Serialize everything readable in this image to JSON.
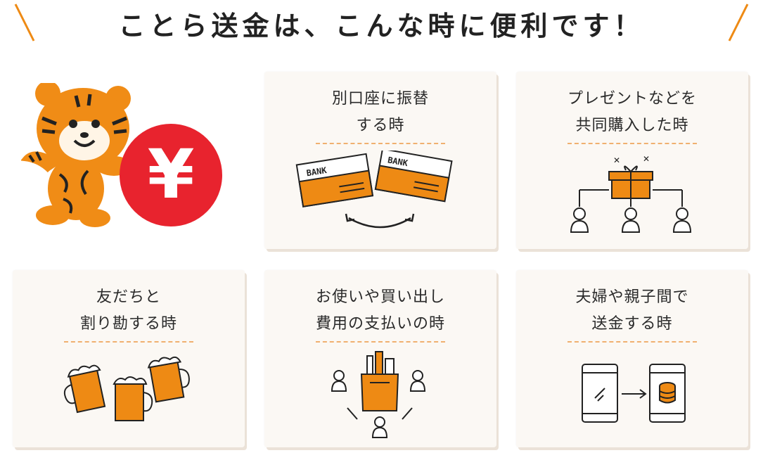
{
  "header": {
    "title": "ことら送金は、こんな時に便利です！"
  },
  "colors": {
    "accent": "#ee8a14",
    "yen_red": "#e8232e",
    "card_bg": "#fbf8f4",
    "divider": "#f0b070"
  },
  "mascot": {
    "symbol": "¥"
  },
  "cards": [
    {
      "id": "transfer",
      "line1": "別口座に振替",
      "line2": "する時",
      "icon": "bank-cards-icon",
      "bank_label": "BANK"
    },
    {
      "id": "present",
      "line1": "プレゼントなどを",
      "line2": "共同購入した時",
      "icon": "gift-share-icon"
    },
    {
      "id": "split",
      "line1": "友だちと",
      "line2": "割り勘する時",
      "icon": "beer-mugs-icon"
    },
    {
      "id": "errand",
      "line1": "お使いや買い出し",
      "line2": "費用の支払いの時",
      "icon": "shopping-bag-icon"
    },
    {
      "id": "couple",
      "line1": "夫婦や親子間で",
      "line2": "送金する時",
      "icon": "phone-transfer-icon"
    }
  ]
}
